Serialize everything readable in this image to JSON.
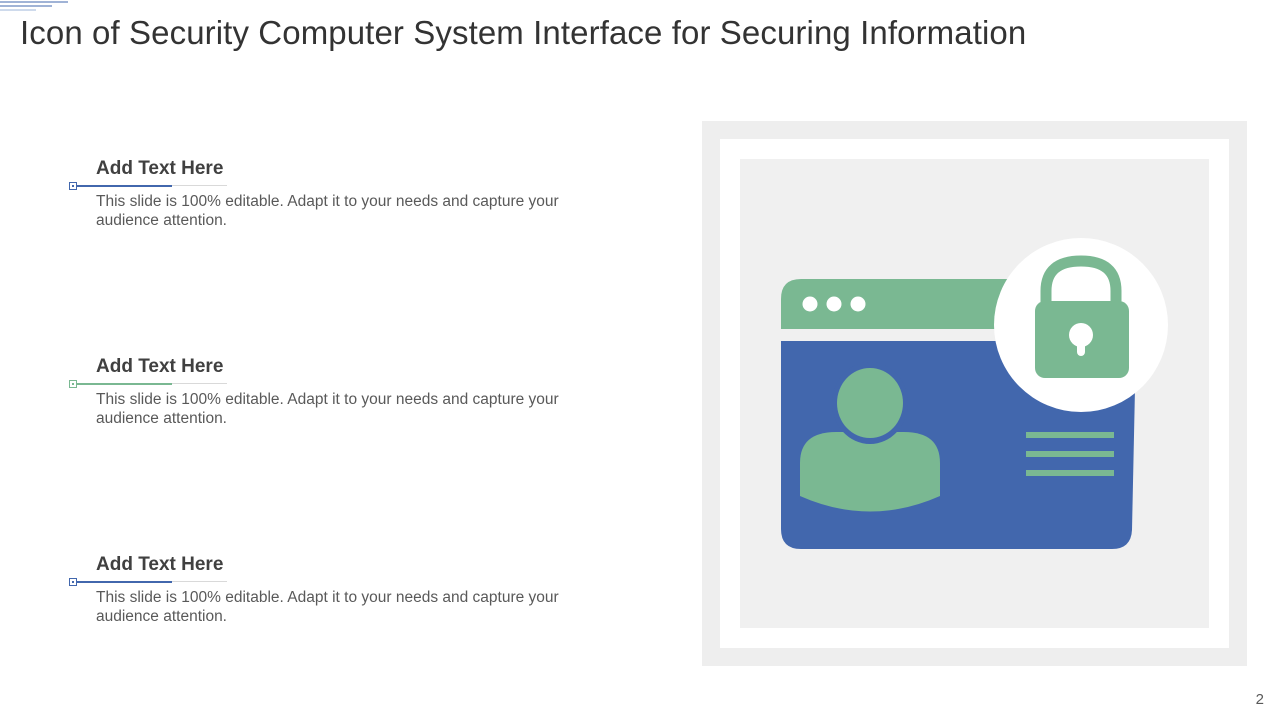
{
  "slide": {
    "title": "Icon of Security Computer System Interface for Securing Information",
    "page_number": "2"
  },
  "items": [
    {
      "heading": "Add Text Here",
      "body": "This slide is 100% editable. Adapt it to your  needs and capture your audience attention.",
      "accent": "#4267ad"
    },
    {
      "heading": "Add Text Here",
      "body": "This slide is 100% editable. Adapt it to your  needs and capture your audience attention.",
      "accent": "#7ab892"
    },
    {
      "heading": "Add Text Here",
      "body": "This slide is 100% editable. Adapt it to your  needs and capture your audience attention.",
      "accent": "#4267ad"
    }
  ],
  "illustration": {
    "icons": [
      "browser-window-icon",
      "user-avatar-icon",
      "padlock-icon",
      "text-lines-icon"
    ],
    "colors": {
      "blue": "#4267ad",
      "green": "#7ab892",
      "frame_gray": "#eeeeee",
      "panel_gray": "#f0f0f0"
    }
  }
}
